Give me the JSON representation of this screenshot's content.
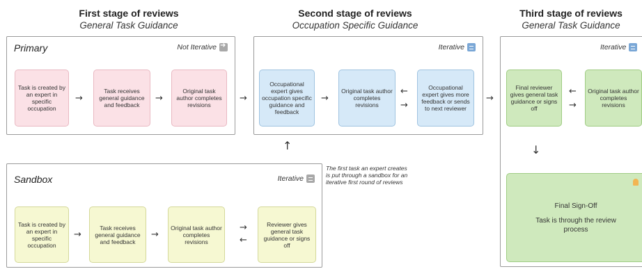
{
  "stages": [
    {
      "title": "First stage of reviews",
      "subtitle": "General Task Guidance"
    },
    {
      "title": "Second stage of reviews",
      "subtitle": "Occupation Specific Guidance"
    },
    {
      "title": "Third stage of reviews",
      "subtitle": "General Task Guidance"
    }
  ],
  "primary": {
    "name": "Primary",
    "iterative_label": "Not Iterative",
    "nodes": [
      "Task is created by an expert in specific occupation",
      "Task receives general guidance and feedback",
      "Original task author completes revisions"
    ]
  },
  "second": {
    "iterative_label": "Iterative",
    "nodes": [
      "Occupational expert gives occupation specific guidance and feedback",
      "Original task author completes revisions",
      "Occupational expert gives more feedback or sends to next reviewer"
    ]
  },
  "third": {
    "iterative_label": "Iterative",
    "nodes": [
      "Final reviewer gives general task guidance or signs off",
      "Original task author completes revisions"
    ],
    "final_title": "Final Sign-Off",
    "final_text": "Task is through the review process"
  },
  "sandbox": {
    "name": "Sandbox",
    "iterative_label": "Iterative",
    "nodes": [
      "Task is created by an expert in specific occupation",
      "Task receives general guidance and feedback",
      "Original task author completes revisions",
      "Reviewer gives general task guidance or signs off"
    ],
    "note": "The first task an expert creates is put through a sandbox for an iterative first round of reviews"
  },
  "icons": {
    "not_iterative": "arrow-icon",
    "iterative": "loop-icon"
  },
  "colors": {
    "pink": "#fbe1e6",
    "blue": "#d6e9f8",
    "yellow": "#f6f8d2",
    "green": "#cfe9bd"
  }
}
